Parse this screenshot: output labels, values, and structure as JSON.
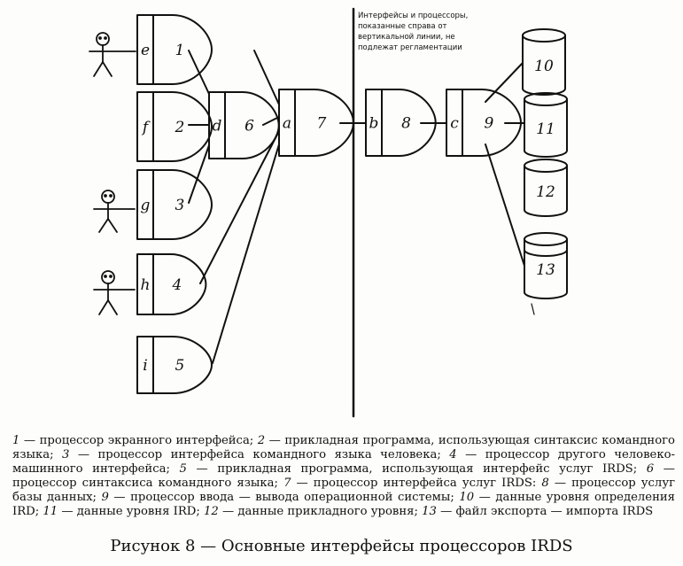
{
  "figure": {
    "caption": "Рисунок 8 — Основные интерфейсы процессоров IRDS",
    "note": [
      "Интерфейсы и процессоры,",
      "показанные справа от",
      "вертикальной линии, не",
      "подлежат регламентации"
    ]
  },
  "processors": [
    {
      "id": "1",
      "port": "e"
    },
    {
      "id": "2",
      "port": "f"
    },
    {
      "id": "3",
      "port": "g"
    },
    {
      "id": "4",
      "port": "h"
    },
    {
      "id": "5",
      "port": "i"
    },
    {
      "id": "6",
      "port": "d"
    },
    {
      "id": "7",
      "port": "a"
    },
    {
      "id": "8",
      "port": "b"
    },
    {
      "id": "9",
      "port": "c"
    }
  ],
  "stores": [
    "10",
    "11",
    "12",
    "13"
  ],
  "users": [
    "user-1",
    "user-3",
    "user-4"
  ],
  "legend": [
    {
      "num": "1",
      "text": " — процессор экранного интерфейса; "
    },
    {
      "num": "2",
      "text": " — прикладная программа, использующая синтаксис командного языка; "
    },
    {
      "num": "3",
      "text": " — процессор интерфейса командного языка человека; "
    },
    {
      "num": "4",
      "text": " — процессор другого человеко-машинного интерфейса; "
    },
    {
      "num": "5",
      "text": " — прикладная программа, использующая интерфейс услуг IRDS; "
    },
    {
      "num": "6",
      "text": " — процессор синтаксиса командного языка; "
    },
    {
      "num": "7",
      "text": " — процессор интерфейса услуг IRDS: "
    },
    {
      "num": "8",
      "text": " — процессор услуг базы данных; "
    },
    {
      "num": "9",
      "text": " — процессор ввода — вывода операционной системы; "
    },
    {
      "num": "10",
      "text": " — данные уровня определения IRD; "
    },
    {
      "num": "11",
      "text": " — данные уровня IRD; "
    },
    {
      "num": "12",
      "text": " — данные прикладного уровня; "
    },
    {
      "num": "13",
      "text": " — файл экспорта — импорта IRDS"
    }
  ]
}
